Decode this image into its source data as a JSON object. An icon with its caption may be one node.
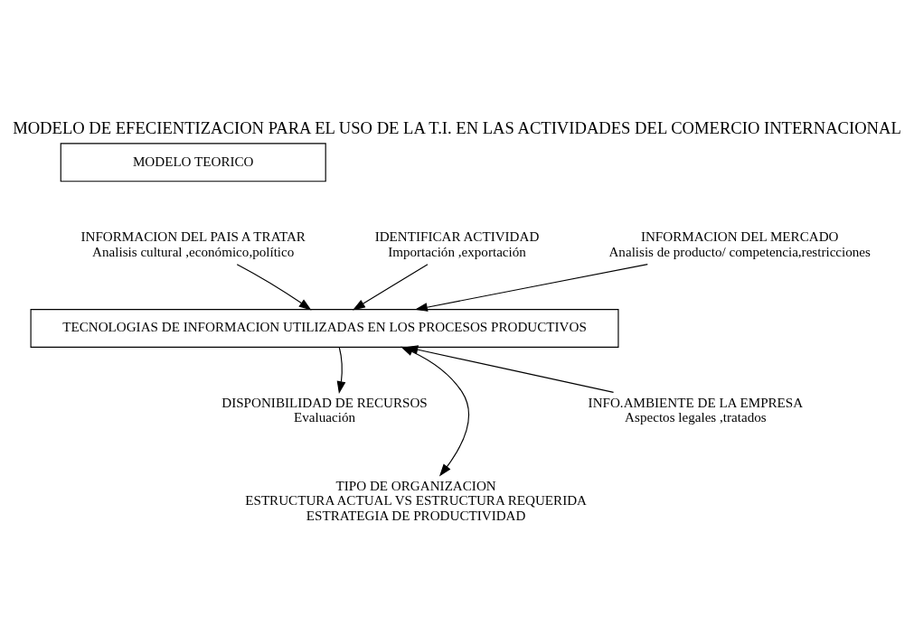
{
  "diagram": {
    "title": "MODELO DE EFECIENTIZACION PARA EL USO DE LA T.I. EN LAS ACTIVIDADES DEL COMERCIO INTERNACIONAL",
    "nodes": [
      {
        "text": [
          "MODELO TEORICO"
        ]
      },
      {
        "text": [
          "IDENTIFICAR ACTIVIDAD",
          "Importación ,exportación"
        ]
      },
      {
        "text": [
          "INFORMACION DEL PAIS A TRATAR",
          "Analisis cultural ,económico,político"
        ]
      },
      {
        "text": [
          "INFORMACION DEL MERCADO",
          "Analisis de producto/ competencia,restricciones"
        ]
      },
      {
        "text": [
          "TECNOLOGIAS DE INFORMACION UTILIZADAS EN LOS PROCESOS PRODUCTIVOS"
        ]
      },
      {
        "text": [
          "INFO.AMBIENTE DE LA EMPRESA",
          "Aspectos legales ,tratados"
        ]
      },
      {
        "text": [
          "DISPONIBILIDAD DE RECURSOS",
          "Evaluación"
        ]
      },
      {
        "text": [
          "TIPO DE ORGANIZACION",
          "ESTRUCTURA ACTUAL VS ESTRUCTURA REQUERIDA",
          "ESTRATEGIA DE PRODUCTIVIDAD"
        ]
      }
    ],
    "edges": [
      {
        "from": 1,
        "to": 4,
        "arrow": "to"
      },
      {
        "from": 2,
        "to": 4,
        "arrow": "to"
      },
      {
        "from": 3,
        "to": 4,
        "arrow": "to"
      },
      {
        "from": 5,
        "to": 4,
        "arrow": "to"
      },
      {
        "from": 4,
        "to": 6,
        "arrow": "to"
      },
      {
        "from": 4,
        "to": 7,
        "arrow": "both"
      }
    ]
  }
}
